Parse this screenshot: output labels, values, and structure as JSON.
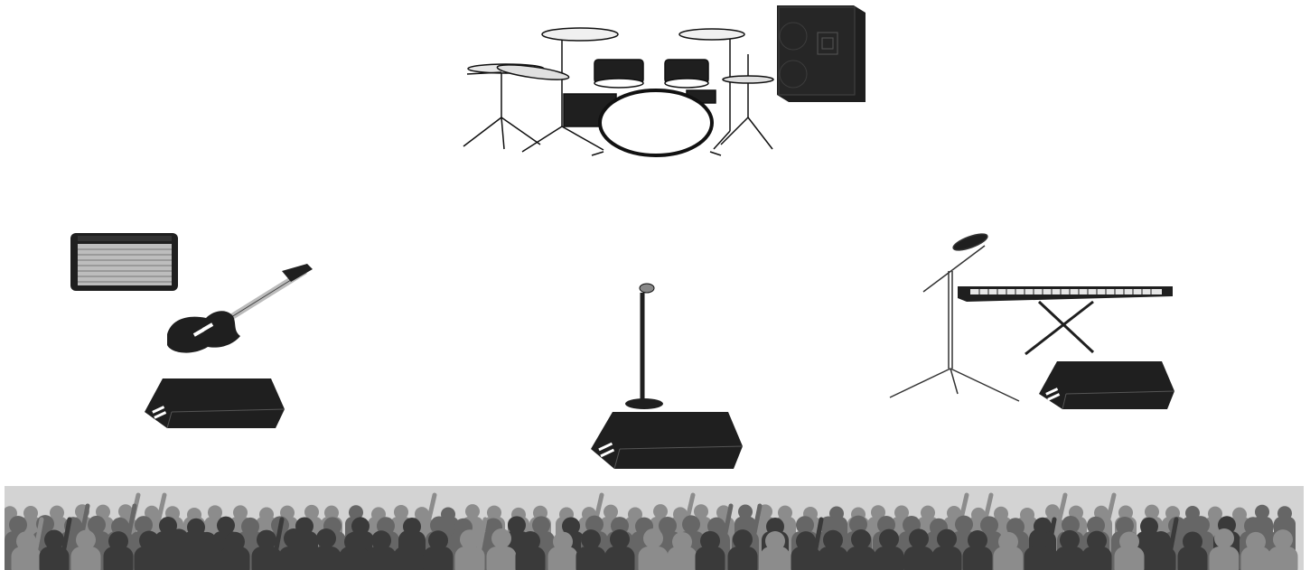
{
  "colors": {
    "background": "#ffffff",
    "equipment_fill": "#1f1f1f",
    "equipment_line": "#111111",
    "crowd_band": "#d3d3d3",
    "crowd_light": "#8c8c8c",
    "crowd_mid": "#666666",
    "crowd_dark": "#3a3a3a"
  },
  "stage": {
    "items": [
      {
        "name": "drum-kit",
        "icon": "drum-kit-icon"
      },
      {
        "name": "pa-speaker-cabinet",
        "icon": "speaker-cabinet-icon"
      },
      {
        "name": "guitar-amplifier",
        "icon": "guitar-amp-icon"
      },
      {
        "name": "electric-guitar",
        "icon": "electric-guitar-icon"
      },
      {
        "name": "vocal-microphone-stand",
        "icon": "microphone-stand-icon"
      },
      {
        "name": "keyboard-microphone-boom",
        "icon": "boom-mic-stand-icon"
      },
      {
        "name": "keyboard-on-x-stand",
        "icon": "keyboard-icon"
      },
      {
        "name": "floor-monitor-left",
        "icon": "floor-monitor-icon"
      },
      {
        "name": "floor-monitor-center",
        "icon": "floor-monitor-icon"
      },
      {
        "name": "floor-monitor-right",
        "icon": "floor-monitor-icon"
      }
    ]
  },
  "audience": {
    "icon": "crowd-silhouette-icon"
  }
}
